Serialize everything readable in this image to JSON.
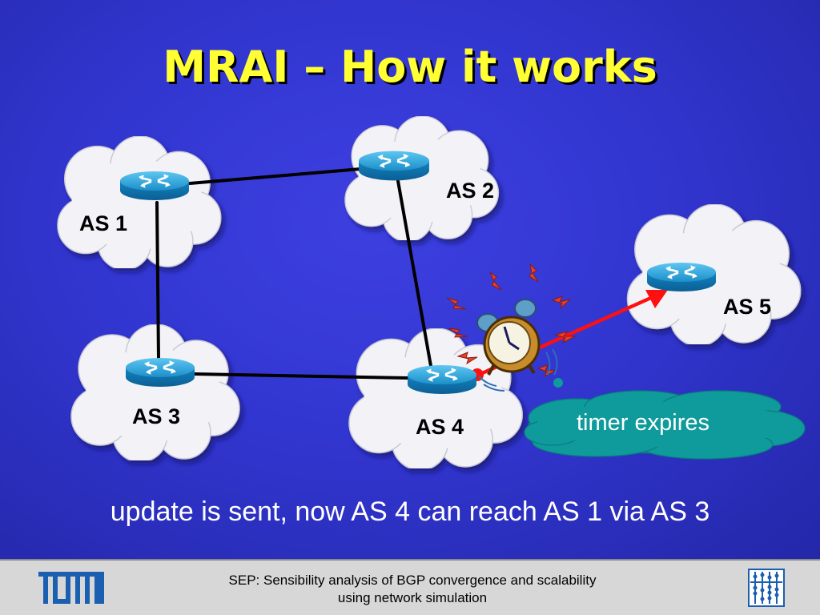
{
  "title": "MRAI – How it works",
  "nodes": [
    {
      "id": "as1",
      "label": "AS 1"
    },
    {
      "id": "as2",
      "label": "AS 2"
    },
    {
      "id": "as3",
      "label": "AS 3"
    },
    {
      "id": "as4",
      "label": "AS 4"
    },
    {
      "id": "as5",
      "label": "AS 5"
    }
  ],
  "links": [
    [
      "as1",
      "as2"
    ],
    [
      "as1",
      "as3"
    ],
    [
      "as2",
      "as4"
    ],
    [
      "as3",
      "as4"
    ]
  ],
  "update_arrow": {
    "from": "as4",
    "to": "as5",
    "color": "#ff0000"
  },
  "callout": "timer expires",
  "caption": "update is sent, now AS 4 can reach AS 1 via AS 3",
  "footer": {
    "line1": "SEP: Sensibility analysis of BGP convergence and scalability",
    "line2": "using network simulation",
    "logo_text": "TUM"
  },
  "colors": {
    "background": "#3236d0",
    "title": "#ffff33",
    "cloud": "#f2f2f5",
    "callout": "#0e9a9a",
    "router": "#1890c8",
    "footer": "#d7d7d7"
  }
}
